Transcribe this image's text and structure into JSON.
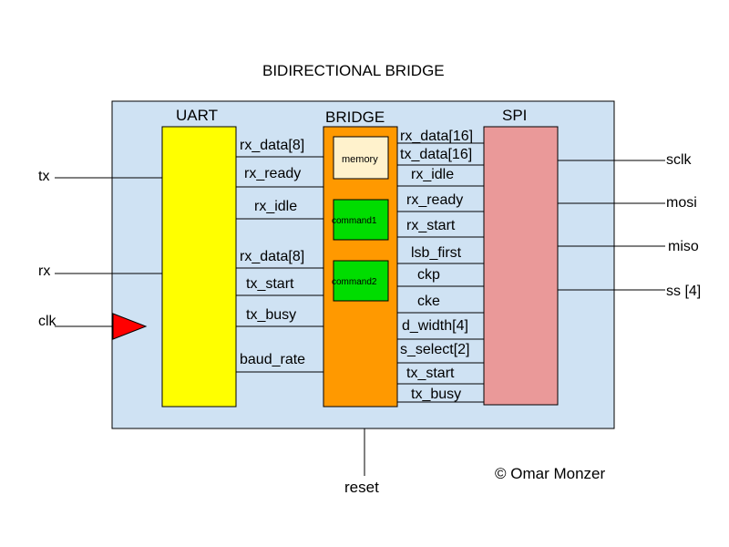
{
  "title": "BIDIRECTIONAL BRIDGE",
  "colors": {
    "system_bg": "#cfe2f3",
    "uart": "#ffff00",
    "bridge": "#ff9900",
    "spi": "#ea9999",
    "memory": "#fff2cc",
    "command": "#00dd00",
    "clock_triangle": "#ff0000"
  },
  "blocks": {
    "uart": "UART",
    "bridge": "BRIDGE",
    "spi": "SPI",
    "memory": "memory",
    "command1": "command1",
    "command2": "command2"
  },
  "uart_inputs": [
    "tx",
    "rx",
    "clk"
  ],
  "uart_bridge_signals": [
    "rx_data[8]",
    "rx_ready",
    "rx_idle",
    "rx_data[8]",
    "tx_start",
    "tx_busy",
    "baud_rate"
  ],
  "bridge_spi_signals": [
    "rx_data[16]",
    "tx_data[16]",
    "rx_idle",
    "rx_ready",
    "rx_start",
    "lsb_first",
    "ckp",
    "cke",
    "d_width[4]",
    "s_select[2]",
    "tx_start",
    "tx_busy"
  ],
  "spi_outputs": [
    "sclk",
    "mosi",
    "miso",
    "ss [4]"
  ],
  "reset": "reset",
  "copyright": "© Omar Monzer"
}
